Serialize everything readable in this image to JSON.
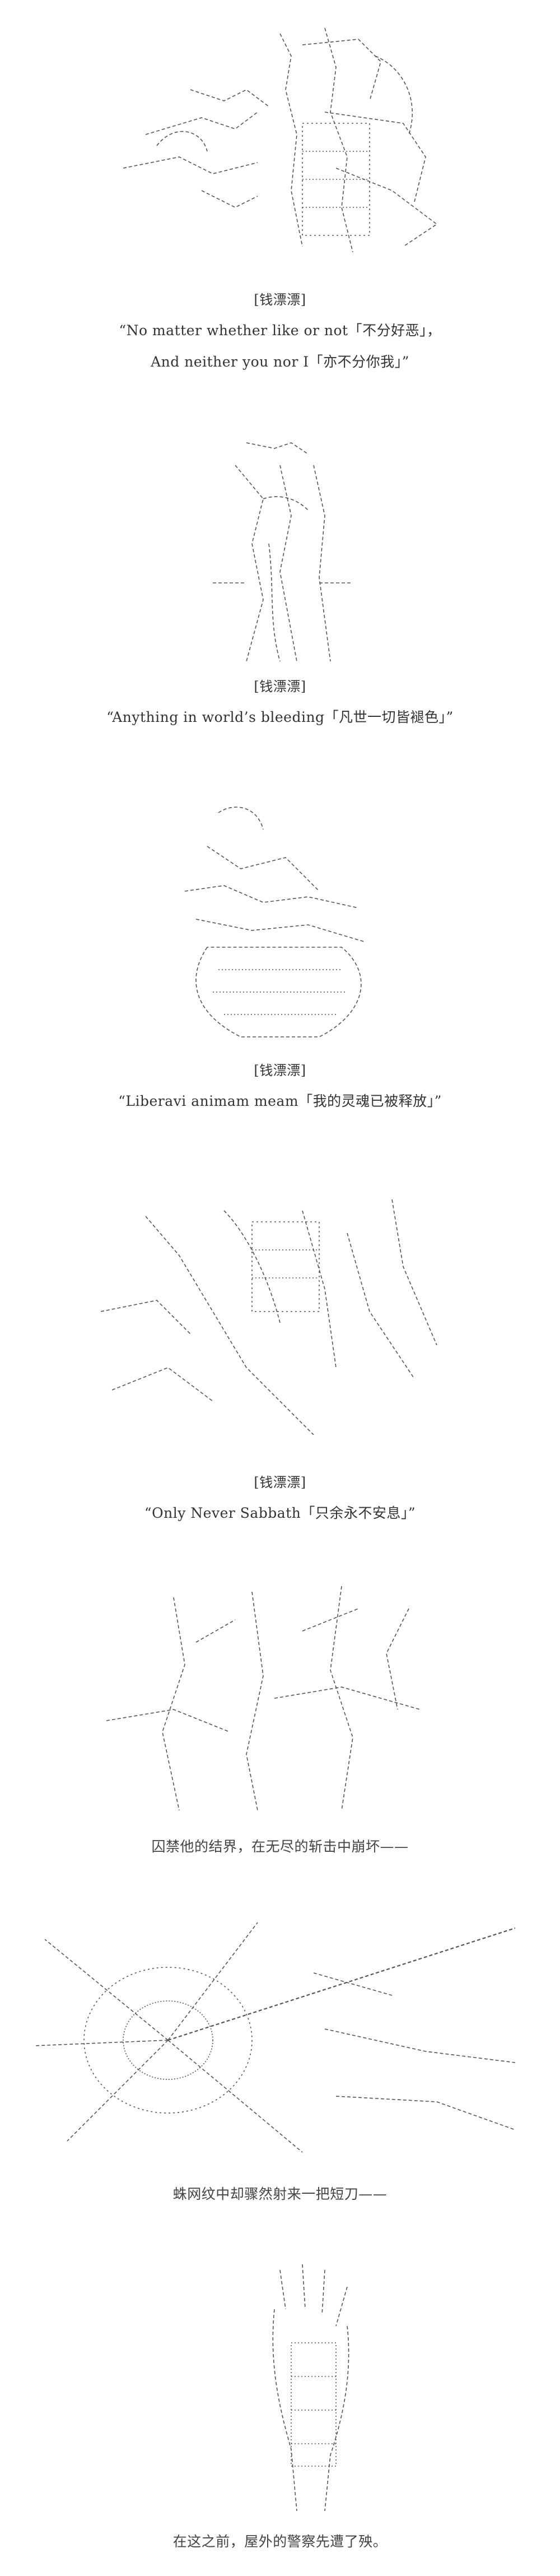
{
  "panels": [
    {
      "speaker": "[钱漂漂]",
      "lines": [
        "“No matter whether like or not「不分好恶」，",
        "And neither you nor I「亦不分你我」”"
      ]
    },
    {
      "speaker": "[钱漂漂]",
      "lines": [
        "“Anything in world’s bleeding「凡世一切皆褪色」”"
      ]
    },
    {
      "speaker": "[钱漂漂]",
      "lines": [
        "“Liberavi animam meam「我的灵魂已被释放」”"
      ]
    },
    {
      "speaker": "[钱漂漂]",
      "lines": [
        "“Only Never Sabbath「只余永不安息」”"
      ]
    },
    {
      "lines": [
        "囚禁他的结界，在无尽的斩击中崩坏——"
      ]
    },
    {
      "lines": [
        "蛛网纹中却骤然射来一把短刀——"
      ]
    },
    {
      "lines": [
        "在这之前，屋外的警察先遭了殃。"
      ]
    }
  ]
}
